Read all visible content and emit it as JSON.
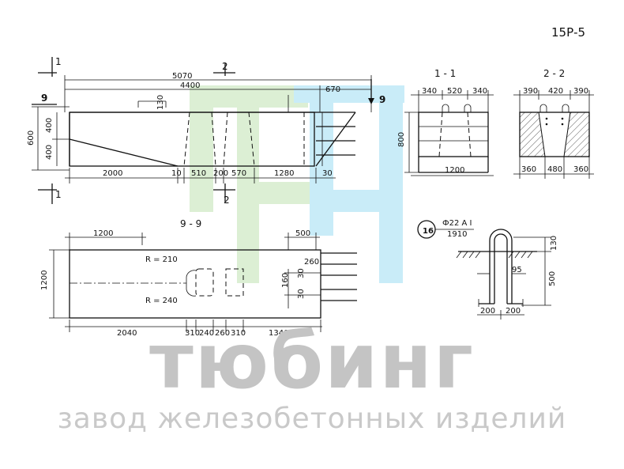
{
  "sheet_code": "15Р-5",
  "watermark": {
    "title": "тюбинг",
    "subtitle": "завод железобетонных изделий"
  },
  "elevation": {
    "dims_top": [
      "5070",
      "4400",
      "670"
    ],
    "dims_left": [
      "600",
      "400",
      "400"
    ],
    "dims_bottom": [
      "2000",
      "10",
      "510",
      "200",
      "570",
      "1280",
      "30"
    ],
    "dim_130": "130",
    "section_marks": {
      "a": "1",
      "b": "2",
      "c": "9"
    }
  },
  "section_1_1": {
    "title": "1 - 1",
    "dims_top": [
      "340",
      "520",
      "340"
    ],
    "dim_height": "800",
    "dim_bottom": "1200"
  },
  "section_2_2": {
    "title": "2 - 2",
    "dims_top": [
      "390",
      "420",
      "390"
    ],
    "dims_bottom": [
      "360",
      "480",
      "360"
    ]
  },
  "plan_9_9": {
    "title": "9 - 9",
    "dim_top_left": "1200",
    "dim_top_right": "500",
    "dim_left": "1200",
    "r1": "R = 210",
    "r2": "R = 240",
    "dims_right": [
      "260",
      "160",
      "30",
      "30"
    ],
    "dims_bottom": [
      "2040",
      "310",
      "240",
      "260",
      "310",
      "1340"
    ]
  },
  "hook": {
    "position_no": "16",
    "rebar": "Ф22 А I",
    "length": "1910",
    "dim_130": "130",
    "dim_500": "500",
    "dim_95": "95",
    "dims_bottom": [
      "200",
      "200"
    ]
  },
  "colors": {
    "watermark_green": "#dcefd4",
    "watermark_blue": "#c9ecf8",
    "ink": "#111111"
  }
}
